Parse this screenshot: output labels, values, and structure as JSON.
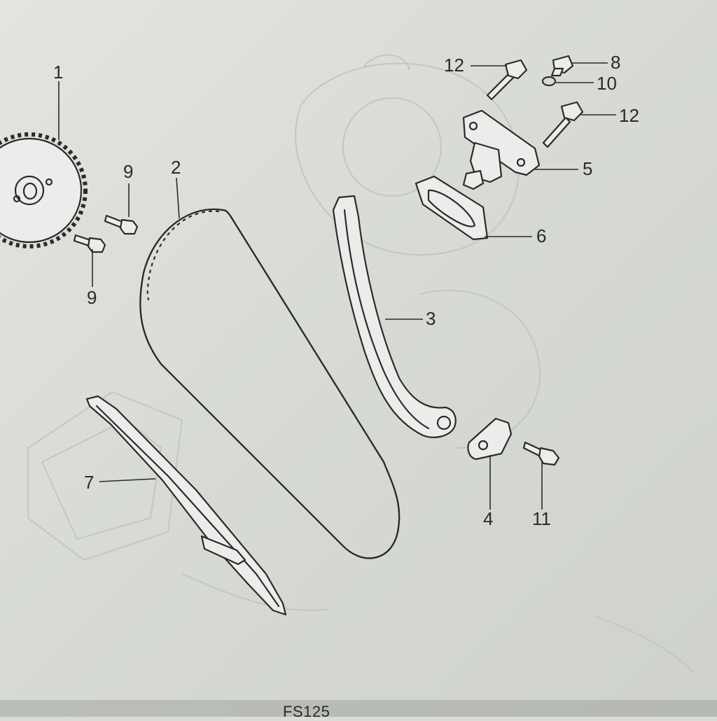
{
  "footer": {
    "model": "FS125"
  },
  "callouts": [
    {
      "id": "1",
      "label": "1"
    },
    {
      "id": "2",
      "label": "2"
    },
    {
      "id": "3",
      "label": "3"
    },
    {
      "id": "4",
      "label": "4"
    },
    {
      "id": "5",
      "label": "5"
    },
    {
      "id": "6",
      "label": "6"
    },
    {
      "id": "7",
      "label": "7"
    },
    {
      "id": "8",
      "label": "8"
    },
    {
      "id": "9a",
      "label": "9"
    },
    {
      "id": "9b",
      "label": "9"
    },
    {
      "id": "10",
      "label": "10"
    },
    {
      "id": "11",
      "label": "11"
    },
    {
      "id": "12a",
      "label": "12"
    },
    {
      "id": "12b",
      "label": "12"
    }
  ],
  "colors": {
    "paper": "#dfe1dc",
    "ink": "#2b2b2b",
    "ghost": "#c3c7c0"
  }
}
